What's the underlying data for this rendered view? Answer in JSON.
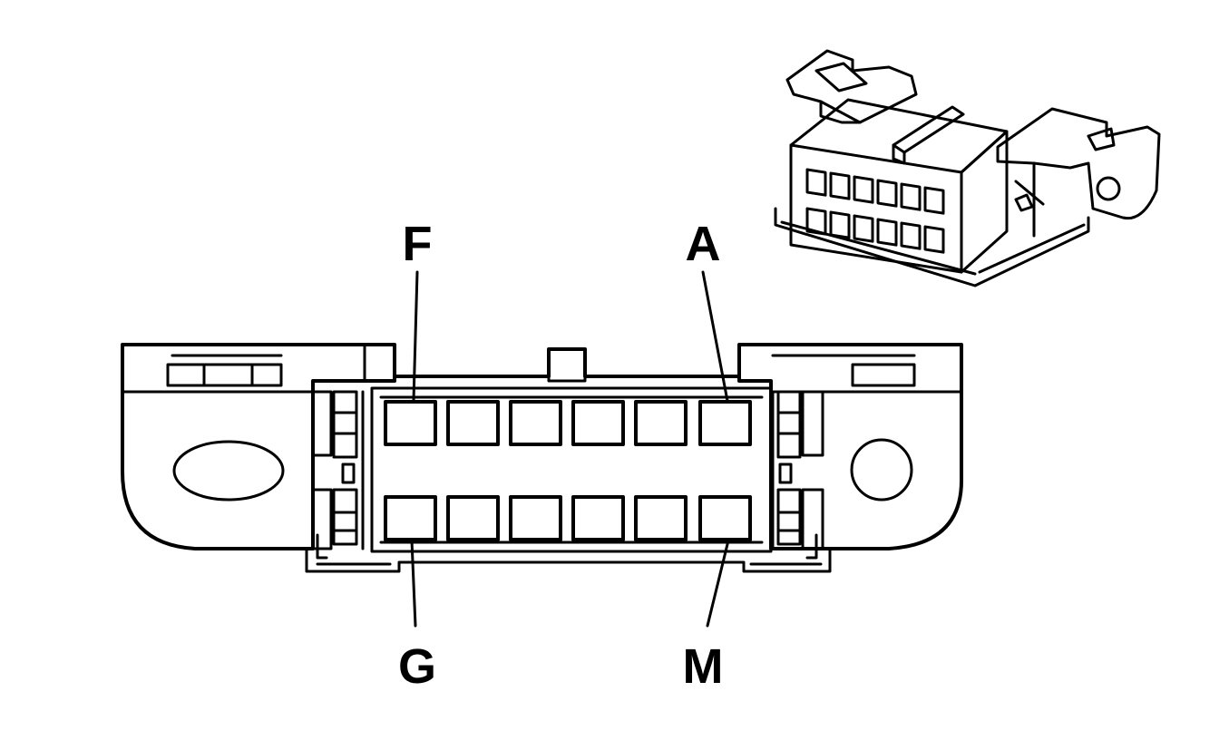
{
  "diagram": {
    "pin_labels": {
      "top_left": "F",
      "top_right": "A",
      "bottom_left": "G",
      "bottom_right": "M"
    }
  },
  "colors": {
    "line": "#000000",
    "background": "#ffffff"
  }
}
